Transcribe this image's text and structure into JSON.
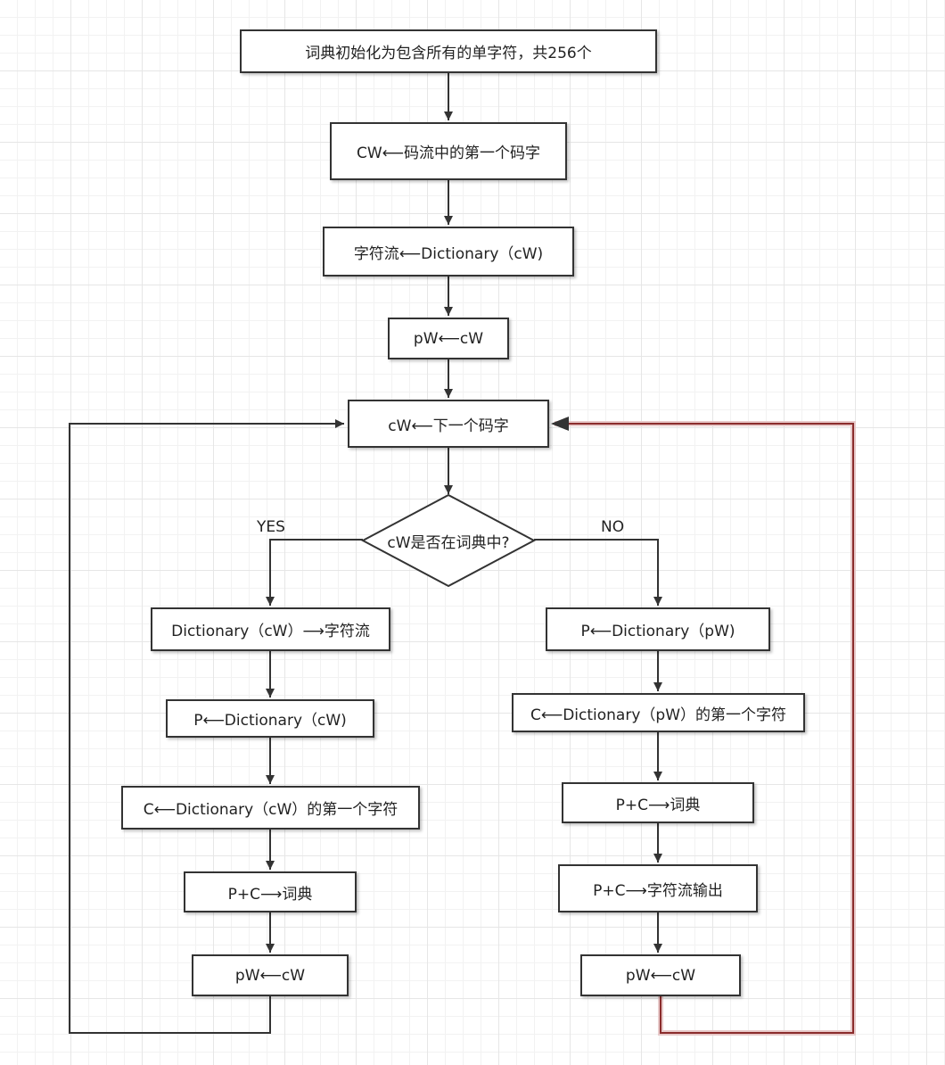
{
  "flowchart": {
    "init": "词典初始化为包含所有的单字符，共256个",
    "first_code": "CW⟵码流中的第一个码字",
    "char_stream": "字符流⟵Dictionary（cW)",
    "pw_assign_1": "pW⟵cW",
    "next_code": "cW⟵下一个码字",
    "decision": "cW是否在词典中?",
    "yes_label": "YES",
    "no_label": "NO",
    "yes_branch": {
      "out_stream": "Dictionary（cW）⟶字符流",
      "p_assign": "P⟵Dictionary（cW)",
      "c_assign": "C⟵Dictionary（cW）的第一个字符",
      "add_dict": "P+C⟶词典",
      "pw_assign": "pW⟵cW"
    },
    "no_branch": {
      "p_assign": "P⟵Dictionary（pW)",
      "c_assign": "C⟵Dictionary（pW）的第一个字符",
      "add_dict": "P+C⟶词典",
      "out_stream": "P+C⟶字符流输出",
      "pw_assign": "pW⟵cW"
    }
  },
  "colors": {
    "node_border": "#333333",
    "connector": "#333333",
    "loop_highlight": "#8b2c2c",
    "grid": "#e6e6e6"
  }
}
